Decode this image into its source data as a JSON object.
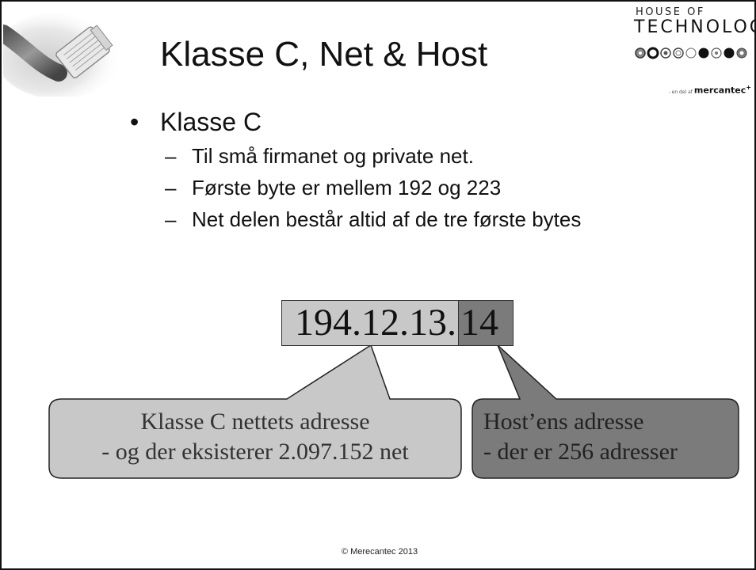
{
  "slide": {
    "title": "Klasse C, Net & Host",
    "logo": {
      "line1": "HOUSE OF",
      "line2": "TECHNOLOGY",
      "tagline": "- en del af",
      "brand": "mercantec"
    },
    "bullets": {
      "main": "Klasse C",
      "sub": [
        "Til små firmanet og private net.",
        "Første byte er mellem 192 og 223",
        "Net delen består altid af de tre første bytes"
      ]
    },
    "ip": {
      "net_part": "194.12.13.",
      "host_part": "14"
    },
    "callouts": {
      "net": {
        "line1": "Klasse C nettets adresse",
        "line2": "- og der eksisterer 2.097.152 net"
      },
      "host": {
        "line1": "Host’ens adresse",
        "line2": "- der er 256 adresser"
      }
    },
    "footer": "© Merecantec 2013",
    "colors": {
      "net_fill": "#c8c8c8",
      "host_fill": "#7b7b7b",
      "text": "#111111"
    },
    "icons": [
      "ethernet-cable-icon",
      "logo-dots-icon"
    ]
  }
}
